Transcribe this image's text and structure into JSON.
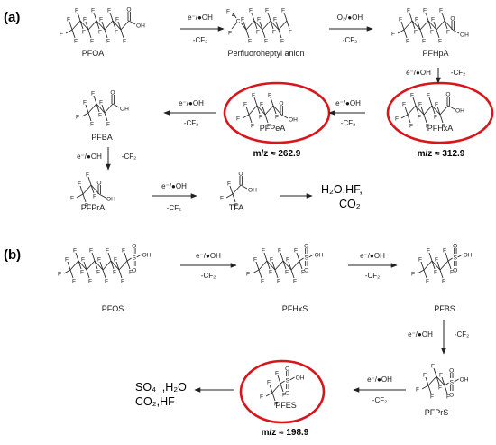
{
  "panels": {
    "a": "(a)",
    "b": "(b)"
  },
  "conditions": {
    "radical": "e⁻/●OH",
    "loss": "-CF₂",
    "oxygen": "O₂/●OH"
  },
  "atoms": {
    "F": "F",
    "C": "C",
    "O": "O",
    "OH": "OH",
    "S": "S",
    "dot": "•"
  },
  "compounds": {
    "pfoa": "PFOA",
    "heptyl": "Perfluoroheptyl anion",
    "pfhpa": "PFHpA",
    "pfhxa": "PFHxA",
    "pfpea": "PFPeA",
    "pfba": "PFBA",
    "pfpra": "PFPrA",
    "tfa": "TFA",
    "pfos": "PFOS",
    "pfhxs": "PFHxS",
    "pfbs": "PFBS",
    "pfprs": "PFPrS",
    "pfes": "PFES"
  },
  "mass": {
    "pfhxa": "m/z ≈ 312.9",
    "pfpea": "m/z ≈ 262.9",
    "pfes": "m/z ≈ 198.9"
  },
  "products": {
    "a_line1": "H₂O,HF,",
    "a_line2": "CO₂",
    "b_line1": "SO₄⁻,H₂O",
    "b_line2": "CO₂,HF"
  },
  "colors": {
    "highlight": "#d9141b",
    "ink": "#1a1a1a"
  }
}
